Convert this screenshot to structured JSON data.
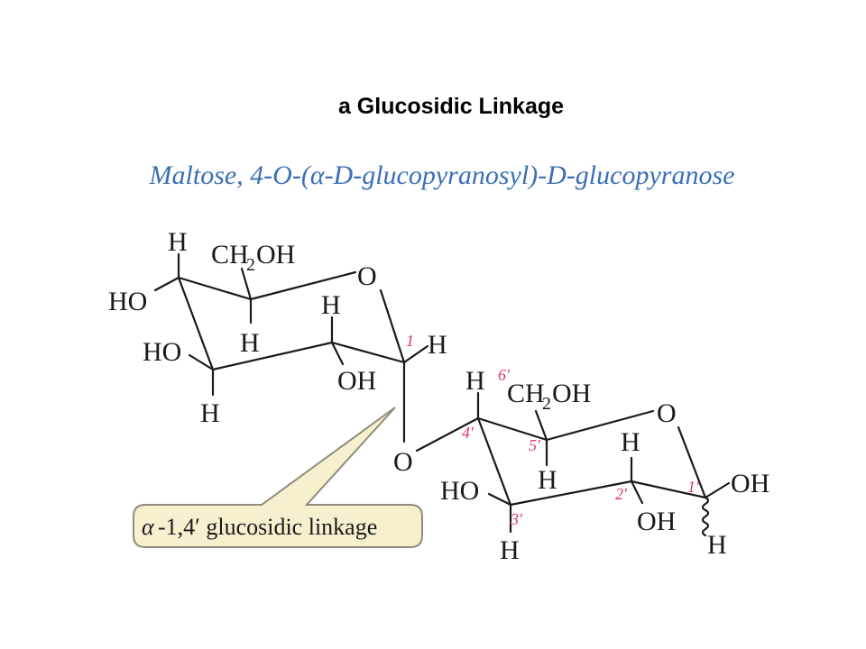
{
  "title": "a Glucosidic Linkage",
  "subtitle": "Maltose, 4-O-(α-D-glucopyranosyl)-D-glucopyranose",
  "callout": {
    "alpha": "α",
    "text": "-1,4′ glucosidic linkage"
  },
  "ring1": {
    "ring_o": "O",
    "ch2oh": "CH",
    "ch2oh_sub": "2",
    "ch2oh_tail": "OH",
    "h_top": "H",
    "ho_upper": "HO",
    "ho_lower": "HO",
    "h_bottom": "H",
    "h_c5": "H",
    "h_c2": "H",
    "oh_c2": "OH",
    "h_c1": "H",
    "c1_num": "1"
  },
  "linkage_o": "O",
  "ring2": {
    "ring_o": "O",
    "ch2oh": "CH",
    "ch2oh_sub": "2",
    "ch2oh_tail": "OH",
    "h_c4": "H",
    "h_c5": "H",
    "ho_c3": "HO",
    "h_c3": "H",
    "h_c2": "H",
    "oh_c2": "OH",
    "oh_c1": "OH",
    "h_c1": "H",
    "num_6": "6′",
    "num_4": "4′",
    "num_5": "5′",
    "num_3": "3′",
    "num_2": "2′",
    "num_1": "1′"
  },
  "colors": {
    "subtitle": "#3a6fb5",
    "locant": "#e0317a",
    "callout_fill": "#f6f0cf",
    "callout_stroke": "#8f8c7a"
  }
}
